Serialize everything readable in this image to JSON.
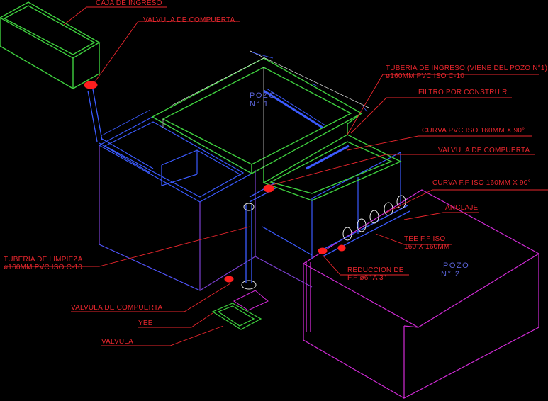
{
  "labels": {
    "caja_ingreso": "CAJA DE INGRESO",
    "valvula_top": "VALVULA DE COMPUERTA",
    "tuberia_ingreso_1": "TUBERIA DE INGRESO (VIENE DEL POZO N°1)",
    "tuberia_ingreso_2": "ø160MM PVC ISO C-10",
    "filtro": "FILTRO POR CONSTRUIR",
    "curva_pvc": "CURVA PVC ISO 160MM X 90°",
    "valvula_mid": "VALVULA DE COMPUERTA",
    "curva_ff": "CURVA F.F ISO 160MM X 90°",
    "anclaje": "ANCLAJE",
    "tee_1": "TEE F.F ISO",
    "tee_2": "160 X 160MM",
    "reduccion_1": "REDUCCION DE",
    "reduccion_2": "F.F  ø6\" A 3\"",
    "limpieza_1": "TUBERIA DE LIMPIEZA",
    "limpieza_2": "ø160MM PVC ISO C-10",
    "valvula_bottom": "VALVULA DE COMPUERTA",
    "yee": "YEE",
    "valvula": "VALVULA",
    "pozo2_1": "POZO",
    "pozo2_2": "N° 2",
    "pozo1_1": "POZO",
    "pozo1_2": "N° 1"
  },
  "colors": {
    "background": "#000000",
    "label_text": "#e8262d",
    "leader": "#e8262d",
    "green": "#3fd13f",
    "blue": "#3b5bff",
    "magenta": "#d12bd6",
    "purple": "#7b3fd0",
    "white": "#e8e8e8",
    "valve": "#ff1e1e"
  }
}
